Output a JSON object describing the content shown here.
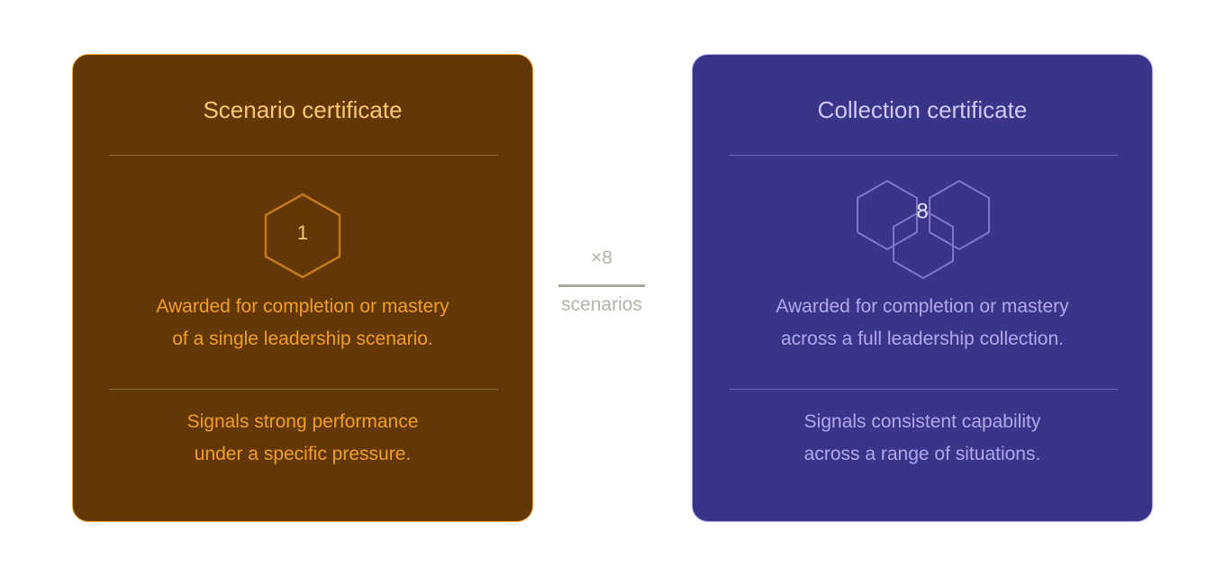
{
  "colors": {
    "scenario_bg": "#633806",
    "scenario_border": "#EF9F27",
    "scenario_title": "#FAC775",
    "scenario_text": "#EF9F27",
    "collection_bg": "#3C3489",
    "collection_border": "#AFA9EC",
    "collection_title": "#CECBF6",
    "collection_text": "#AFA9EC",
    "connector": "#B4B2A9"
  },
  "scenario_card": {
    "title": "Scenario certificate",
    "icon": "hexagon-icon",
    "badge_number": "1",
    "award_lines": [
      "Awarded for completion or mastery",
      "of a single leadership scenario."
    ],
    "signal_lines": [
      "Signals strong performance",
      "under a specific pressure."
    ]
  },
  "connector": {
    "count": "×8",
    "unit": "scenarios"
  },
  "collection_card": {
    "title": "Collection certificate",
    "icon": "triple-hexagon-icon",
    "badge_number": "8",
    "award_lines": [
      "Awarded for completion or mastery",
      "across a full leadership collection."
    ],
    "signal_lines": [
      "Signals consistent capability",
      "across a range of situations."
    ]
  }
}
